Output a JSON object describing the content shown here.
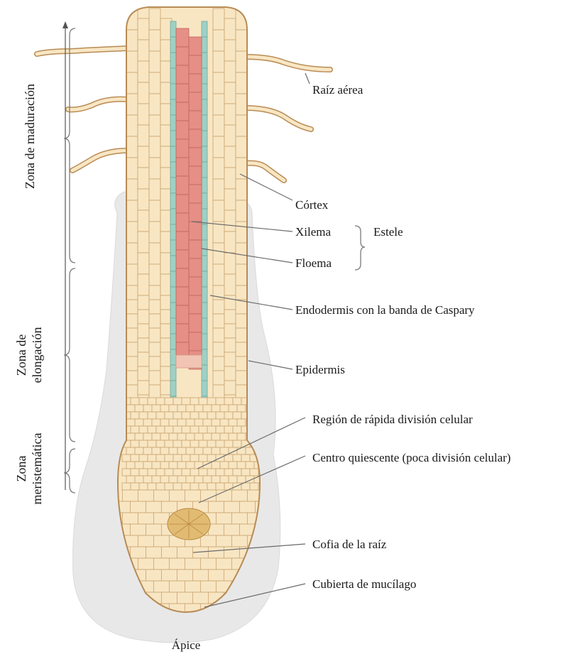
{
  "labels": {
    "raiz_aerea": "Raíz aérea",
    "cortex": "Córtex",
    "xilema": "Xilema",
    "floema": "Floema",
    "estele": "Estele",
    "endodermis": "Endodermis con la banda de Caspary",
    "epidermis": "Epidermis",
    "region_division": "Región de rápida división celular",
    "centro_quiescente": "Centro quiescente (poca división celular)",
    "cofia": "Cofia de la raíz",
    "mucilago": "Cubierta de mucílago",
    "apice": "Ápice"
  },
  "zones": {
    "maduracion": "Zona de maduración",
    "elongacion_1": "Zona de",
    "elongacion_2": "elongación",
    "meristematica_1": "Zona",
    "meristematica_2": "meristemática"
  },
  "colors": {
    "cortex_fill": "#f8e6c3",
    "cell_line": "#c9a36f",
    "xylem": "#e58f86",
    "phloem": "#9fd0c4",
    "quiescent": "#e2bb73",
    "mucilage": "#e8e8e8",
    "outline": "#b88b55"
  }
}
